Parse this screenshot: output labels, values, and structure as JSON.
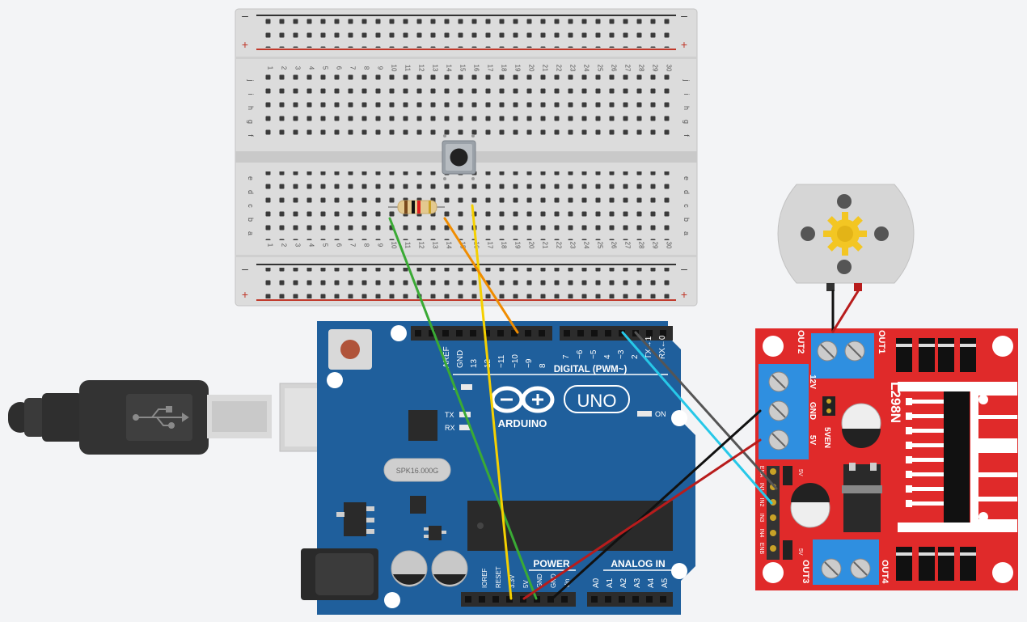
{
  "breadboard": {
    "columns": [
      "1",
      "2",
      "3",
      "4",
      "5",
      "6",
      "7",
      "8",
      "9",
      "10",
      "11",
      "12",
      "13",
      "14",
      "15",
      "16",
      "17",
      "18",
      "19",
      "20",
      "21",
      "22",
      "23",
      "24",
      "25",
      "26",
      "27",
      "28",
      "29",
      "30"
    ],
    "rows_top": [
      "j",
      "i",
      "h",
      "g",
      "f"
    ],
    "rows_bottom": [
      "e",
      "d",
      "c",
      "b",
      "a"
    ],
    "rail_minus": "–",
    "rail_plus": "+"
  },
  "arduino": {
    "logo_text": "ARDUINO",
    "model": "UNO",
    "digital_header": "DIGITAL (PWM~)",
    "digital_pins_left": [
      "AREF",
      "GND",
      "13",
      "12",
      "~11",
      "~10",
      "~9",
      "8"
    ],
    "digital_pins_right": [
      "7",
      "~6",
      "~5",
      "4",
      "~3",
      "2",
      "TX→1",
      "RX←0"
    ],
    "power_label": "POWER",
    "analog_label": "ANALOG IN",
    "power_pins": [
      "IOREF",
      "RESET",
      "3.3V",
      "5V",
      "GND",
      "GND",
      "Vin"
    ],
    "analog_pins": [
      "A0",
      "A1",
      "A2",
      "A3",
      "A4",
      "A5"
    ],
    "tx_label": "TX",
    "rx_label": "RX",
    "l_label": "L",
    "on_label": "ON",
    "crystal_label": "SPK16.000G"
  },
  "driver": {
    "chip_label": "L298N",
    "out1": "OUT1",
    "out2": "OUT2",
    "out3": "OUT3",
    "out4": "OUT4",
    "power_terminals": [
      "12V",
      "GND",
      "5V"
    ],
    "jumper_label": "5VEN",
    "control_pins": [
      "ENB",
      "IN4",
      "IN3",
      "IN2",
      "IN1",
      "ENA"
    ],
    "five_v_label": "5V"
  },
  "colors": {
    "arduino_blue": "#1f5f9c",
    "driver_red": "#e02a2a",
    "terminal_blue": "#2f8fe0",
    "wire_green": "#3aaa35",
    "wire_yellow": "#f5d000",
    "wire_orange": "#f08c00",
    "wire_cyan": "#27c8e8",
    "wire_gray": "#555555",
    "wire_black": "#111111",
    "wire_red": "#b81c1c"
  }
}
